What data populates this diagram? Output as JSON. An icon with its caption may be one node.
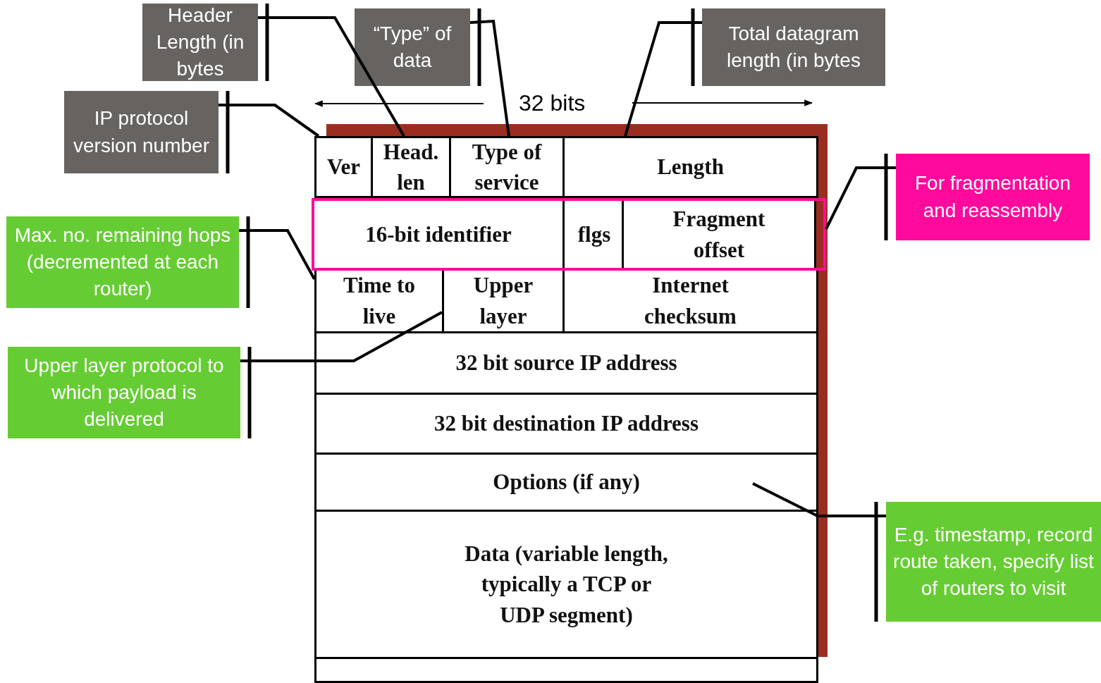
{
  "diagram": {
    "nodes": [
      {
        "text": [
          "Header Length (in bytes"
        ]
      },
      {
        "text": [
          "“Type” of data"
        ]
      },
      {
        "text": [
          "Total datagram length (in bytes"
        ]
      },
      {
        "text": [
          "IP protocol version number"
        ]
      },
      {
        "text": [
          "For fragmentation and reassembly"
        ]
      },
      {
        "text": [
          "Max. no. remaining hops (decremented at each router)"
        ]
      },
      {
        "text": [
          "Upper layer protocol to which payload is delivered"
        ]
      },
      {
        "text": [
          "E.g. timestamp, record route taken, specify list of routers to visit"
        ]
      },
      {
        "text": [
          "Ver"
        ]
      },
      {
        "text": [
          "Head. len"
        ]
      },
      {
        "text": [
          "Type of service"
        ]
      },
      {
        "text": [
          "Length"
        ]
      },
      {
        "text": [],
        "shape": "box"
      },
      {
        "text": [
          "16-bit identifier"
        ],
        "in": 12
      },
      {
        "text": [
          "flgs"
        ],
        "in": 12
      },
      {
        "text": [
          "Fragment offset"
        ],
        "in": 12
      },
      {
        "text": [
          "Time to live"
        ]
      },
      {
        "text": [
          "Upper layer"
        ]
      },
      {
        "text": [
          "Internet checksum"
        ]
      },
      {
        "text": [
          "32 bit source IP address"
        ]
      },
      {
        "text": [
          "32 bit destination IP address"
        ]
      },
      {
        "text": [
          "Options (if any)"
        ]
      },
      {
        "text": [
          "Data (variable length, typically a TCP or UDP segment)"
        ]
      },
      {
        "text": [],
        "shape": "box"
      }
    ],
    "edges": [
      {
        "from": 0,
        "to": 9,
        "arrow": "none"
      },
      {
        "from": 1,
        "to": 10,
        "arrow": "none"
      },
      {
        "from": 2,
        "to": 11,
        "arrow": "none"
      },
      {
        "from": 3,
        "to": 8,
        "arrow": "none"
      },
      {
        "from": 4,
        "to": 12,
        "arrow": "none"
      },
      {
        "from": 5,
        "to": 16,
        "arrow": "none"
      },
      {
        "from": 6,
        "to": 17,
        "arrow": "none"
      },
      {
        "from": 7,
        "to": 21,
        "arrow": "none"
      }
    ],
    "labels": [
      "32 bits"
    ]
  }
}
